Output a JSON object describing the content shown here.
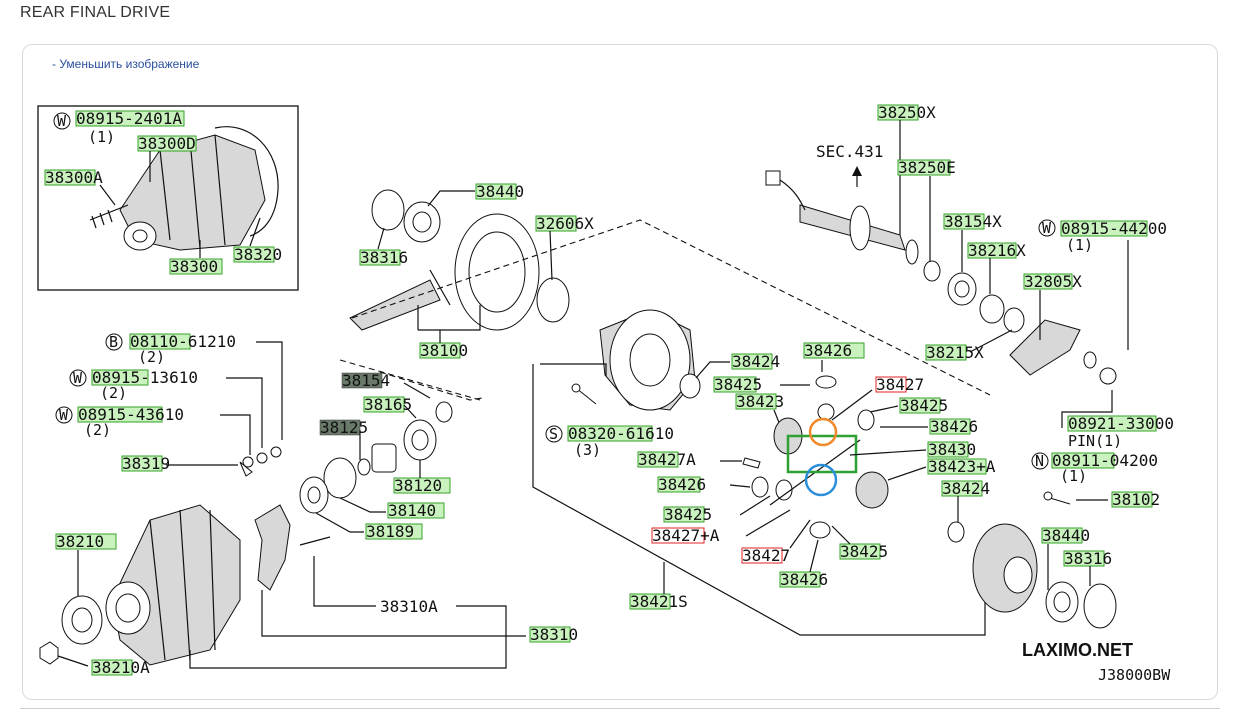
{
  "page": {
    "title": "REAR FINAL DRIVE",
    "shrink_link": "- Уменьшить изображение"
  },
  "diagram": {
    "labels": {
      "w_08915_2401A": "08915-2401A",
      "qty_1a": "(1)",
      "p38300D": "38300D",
      "p38300A": "38300A",
      "p38300": "38300",
      "p38320": "38320",
      "p38440a": "38440",
      "p38316a": "38316",
      "p38100": "38100",
      "p32606X": "32606X",
      "p38250X": "38250X",
      "sec431": "SEC.431",
      "p38250E": "38250E",
      "p38154X": "38154X",
      "p38216X": "38216X",
      "w_08915_44200": "08915-44200",
      "qty_1b": "(1)",
      "p32805X": "32805X",
      "p38215X": "38215X",
      "b_08110_61210": "08110-61210",
      "qty_2a": "(2)",
      "w_08915_13610": "08915-13610",
      "qty_2b": "(2)",
      "w_08915_43610": "08915-43610",
      "qty_2c": "(2)",
      "p38319": "38319",
      "p38154": "38154",
      "p38165": "38165",
      "p38125": "38125",
      "p38120": "38120",
      "p38140": "38140",
      "p38189": "38189",
      "p38210": "38210",
      "p38310A": "38310A",
      "p38310": "38310",
      "p38210A": "38210A",
      "p38424a": "38424",
      "p38426a": "38426",
      "p38425a": "38425",
      "p38427a": "38427",
      "p38423": "38423",
      "p38425b": "38425",
      "p38426b": "38426",
      "s_08320_61610": "08320-61610",
      "qty_3": "(3)",
      "p38430": "38430",
      "p38427A": "38427A",
      "p38423A": "38423+A",
      "p38426c": "38426",
      "p38424b": "38424",
      "p38425c": "38425",
      "p38427pA": "38427+A",
      "p38427b": "38427",
      "p38425d": "38425",
      "p38426d": "38426",
      "p38421S": "38421S",
      "w_08921_33000": "08921-33000",
      "pin_1": "PIN(1)",
      "n_08911_04200": "08911-04200",
      "qty_1c": "(1)",
      "p38102": "38102",
      "p38440b": "38440",
      "p38316b": "38316"
    },
    "prefixes": {
      "W": "W",
      "B": "B",
      "S": "S",
      "N": "N"
    },
    "brand": "LAXIMO.NET",
    "diagram_code": "J38000BW",
    "colors": {
      "highlight_fill": "#c9f2bf",
      "highlight_border": "#36a12a",
      "red_box": "#e02020",
      "orange_circle": "#f08a2a",
      "blue_circle": "#2a8fd8",
      "green_rect": "#2fa032"
    }
  }
}
